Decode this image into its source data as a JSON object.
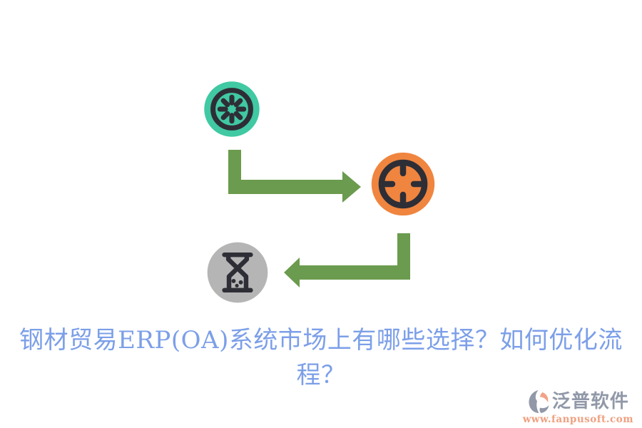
{
  "page": {
    "title": "钢材贸易ERP(OA)系统市场上有哪些选择？如何优化流程？",
    "title_color": "#7C9FE8",
    "background_color": "#FFFFFF"
  },
  "flow": {
    "icon_stroke_color": "#2E2E36",
    "arrow_color": "#6B9B4E",
    "steps": [
      {
        "id": "step-1",
        "icon": "kiwi-spinner-icon",
        "circle_color": "#40C9A2"
      },
      {
        "id": "step-2",
        "icon": "crosshair-target-icon",
        "circle_color": "#F0853F"
      },
      {
        "id": "step-3",
        "icon": "hourglass-icon",
        "circle_color": "#B5B5B5"
      }
    ],
    "arrows": [
      {
        "id": "arrow-1",
        "direction": "down-then-right"
      },
      {
        "id": "arrow-2",
        "direction": "down-then-left"
      }
    ]
  },
  "branding": {
    "logo_icon": "fanpu-swirl-logo-icon",
    "name": "泛普软件",
    "name_color": "#9198A8",
    "website": "www.fanpusoft.com",
    "website_color": "#F0A080",
    "logo_gray": "#9198A8",
    "logo_orange": "#F2A288"
  }
}
